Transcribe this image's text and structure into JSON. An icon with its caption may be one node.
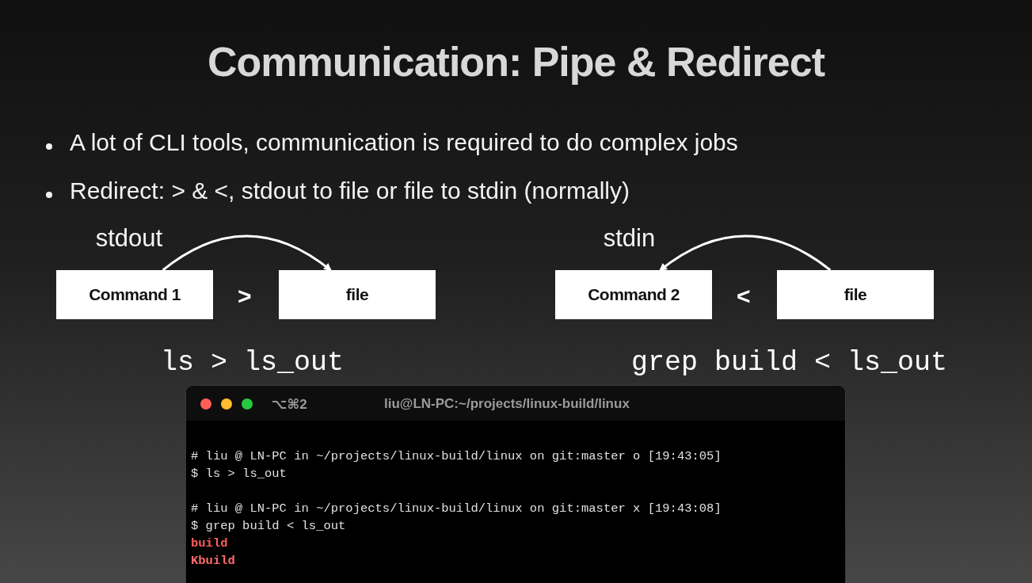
{
  "diagram": {
    "title": "Communication: Pipe & Redirect",
    "nodes": [
      {
        "text": [
          "Command 1"
        ]
      },
      {
        "text": [
          "file"
        ]
      },
      {
        "text": [
          "Command 2"
        ]
      },
      {
        "text": [
          "file"
        ]
      }
    ],
    "edges": [
      {
        "from": 0,
        "to": 1,
        "arrow": "to",
        "label": "stdout"
      },
      {
        "from": 3,
        "to": 2,
        "arrow": "to",
        "label": "stdin"
      }
    ],
    "labels": [
      "A lot of CLI tools, communication is required to do complex jobs",
      "Redirect: > & <, stdout to file or file to stdin (normally)",
      ">",
      "<",
      "ls > ls_out",
      "grep build < ls_out",
      "⌥⌘2",
      "liu@LN-PC:~/projects/linux-build/linux",
      "# liu @ LN-PC in ~/projects/linux-build/linux on git:master o [19:43:05]",
      "$ ls > ls_out",
      "# liu @ LN-PC in ~/projects/linux-build/linux on git:master x [19:43:08]",
      "$ grep build < ls_out",
      "build",
      "Kbuild"
    ]
  }
}
